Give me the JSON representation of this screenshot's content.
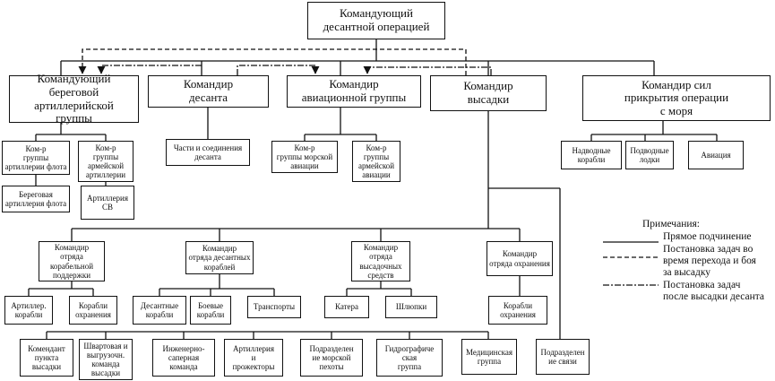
{
  "top": {
    "commander": "Командующий\nдесантной операцией"
  },
  "level1": {
    "coastal_artillery": "Командующий\nбереговой\nартиллерийской\nгруппы",
    "landing_force": "Командир\nдесанта",
    "aviation_group": "Командир\nавиационной группы",
    "disembarkation": "Командир\nвысадки",
    "sea_cover": "Командир сил\nприкрытия операции\nс моря"
  },
  "artillery": {
    "fleet_group": "Ком-р\nгруппы\nартиллерии флота",
    "army_group": "Ком-р\nгруппы\nармейской\nартиллерии",
    "coastal_fleet_artillery": "Береговая\nартиллерия флота",
    "ground_forces_artillery": "Артиллерия\nСВ"
  },
  "landing": {
    "units": "Части и соединения\nдесанта"
  },
  "aviation": {
    "naval_group": "Ком-р\nгруппы морской\nавиации",
    "army_group": "Ком-р\nгруппы\nармейской\nавиации"
  },
  "cover": {
    "surface_ships": "Надводные\nкорабли",
    "submarines": "Подводные\nлодки",
    "aviation": "Авиация"
  },
  "detachments": {
    "fire_support": "Командир\nотряда\nкорабельной\nподдержки",
    "landing_ships": "Командир\nотряда десантных\nкораблей",
    "landing_craft": "Командир\nотряда\nвысадочных\nсредств",
    "security": "Командир\nотряда охранения"
  },
  "subunits": {
    "artillery_ships": "Артиллер.\nкорабли",
    "escort_ships": "Корабли\nохранения",
    "landing_ships": "Десантные\nкорабли",
    "combat_ships": "Боевые\nкорабли",
    "transports": "Транспорты",
    "boats": "Катера",
    "launches": "Шлюпки",
    "security_ships": "Корабли\nохранения"
  },
  "beach": {
    "commandant": "Комендант\nпункта\nвысадки",
    "mooring": "Швартовая и\nвыгрузочн.\nкоманда\nвысадки",
    "engineer": "Инженерно-\nсаперная\nкоманда",
    "artillery": "Артиллерия\nи\nпрожекторы",
    "marines": "Подразделен\nие морской\nпехоты",
    "hydrographic": "Гидрографиче\nская\nгруппа",
    "medical": "Медицинская\nгруппа",
    "signals": "Подразделен\nие связи"
  },
  "legend": {
    "title": "Примечания:",
    "direct": "Прямое подчинение",
    "transit": "Постановка задач во\nвремя перехода и боя\nза высадку",
    "after": "Постановка задач\nпосле высадки десанта"
  }
}
